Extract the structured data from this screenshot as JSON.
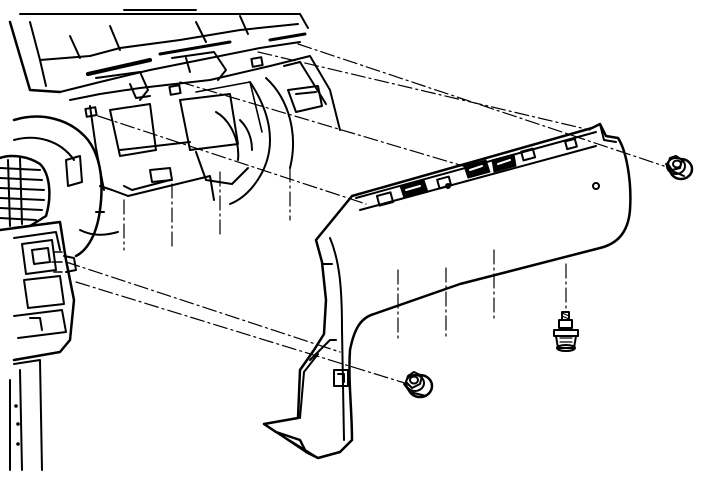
{
  "figure": {
    "type": "exploded-assembly-line-drawing",
    "colors": {
      "ink": "#000000",
      "paper": "#ffffff"
    },
    "parts": [
      {
        "name": "instrument-panel",
        "icon": "instrument-panel-carrier"
      },
      {
        "name": "knee-bolster-panel",
        "icon": "trim-panel"
      },
      {
        "name": "fastener",
        "icon": "flange-nut"
      },
      {
        "name": "fastener",
        "icon": "flange-nut"
      },
      {
        "name": "fastener",
        "icon": "screw-bolt"
      }
    ]
  }
}
